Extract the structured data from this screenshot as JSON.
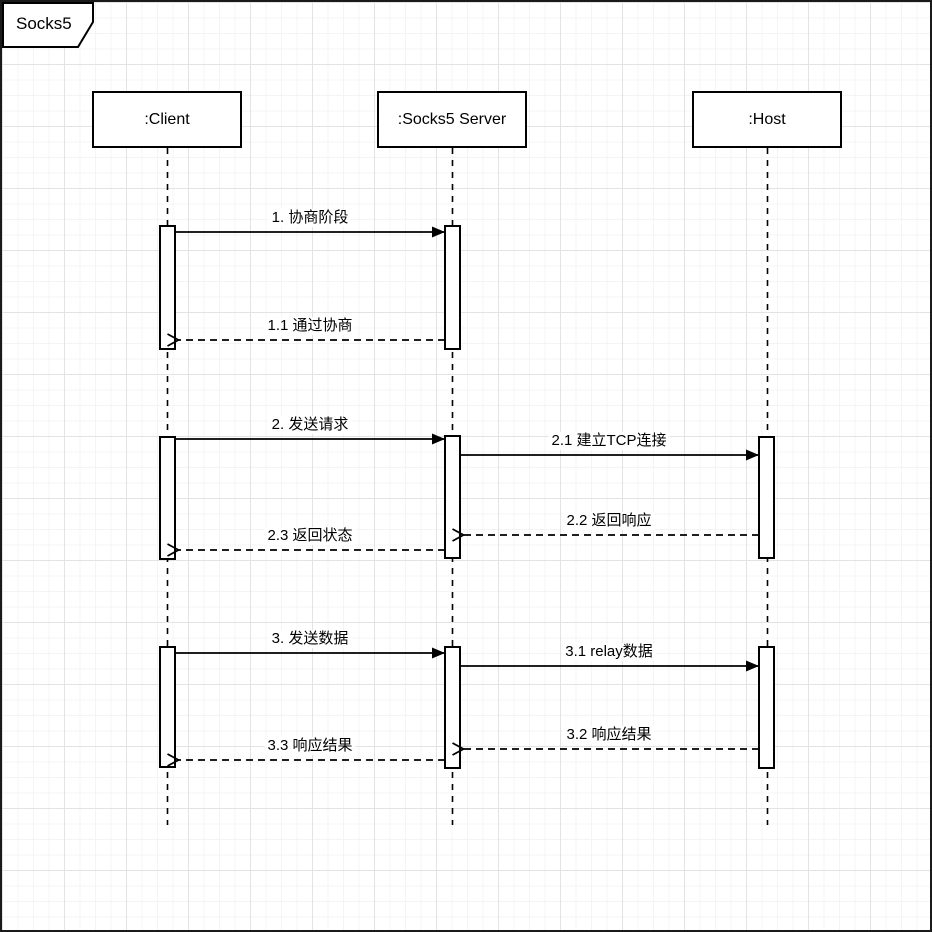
{
  "diagram": {
    "title": "Socks5",
    "lifelines": [
      {
        "id": "client",
        "label": ":Client"
      },
      {
        "id": "server",
        "label": ":Socks5 Server"
      },
      {
        "id": "host",
        "label": ":Host"
      }
    ],
    "messages": [
      {
        "num": "1",
        "label": "1. 协商阶段",
        "from": ":Client",
        "to": ":Socks5 Server",
        "type": "sync"
      },
      {
        "num": "1.1",
        "label": "1.1 通过协商",
        "from": ":Socks5 Server",
        "to": ":Client",
        "type": "return"
      },
      {
        "num": "2",
        "label": "2. 发送请求",
        "from": ":Client",
        "to": ":Socks5 Server",
        "type": "sync"
      },
      {
        "num": "2.1",
        "label": "2.1 建立TCP连接",
        "from": ":Socks5 Server",
        "to": ":Host",
        "type": "sync"
      },
      {
        "num": "2.2",
        "label": "2.2 返回响应",
        "from": ":Host",
        "to": ":Socks5 Server",
        "type": "return"
      },
      {
        "num": "2.3",
        "label": "2.3 返回状态",
        "from": ":Socks5 Server",
        "to": ":Client",
        "type": "return"
      },
      {
        "num": "3",
        "label": "3. 发送数据",
        "from": ":Client",
        "to": ":Socks5 Server",
        "type": "sync"
      },
      {
        "num": "3.1",
        "label": "3.1 relay数据",
        "from": ":Socks5 Server",
        "to": ":Host",
        "type": "sync"
      },
      {
        "num": "3.2",
        "label": "3.2 响应结果",
        "from": ":Host",
        "to": ":Socks5 Server",
        "type": "return"
      },
      {
        "num": "3.3",
        "label": "3.3 响应结果",
        "from": ":Socks5 Server",
        "to": ":Client",
        "type": "return"
      }
    ],
    "colors": {
      "stroke": "#000000",
      "background": "#ffffff"
    }
  }
}
